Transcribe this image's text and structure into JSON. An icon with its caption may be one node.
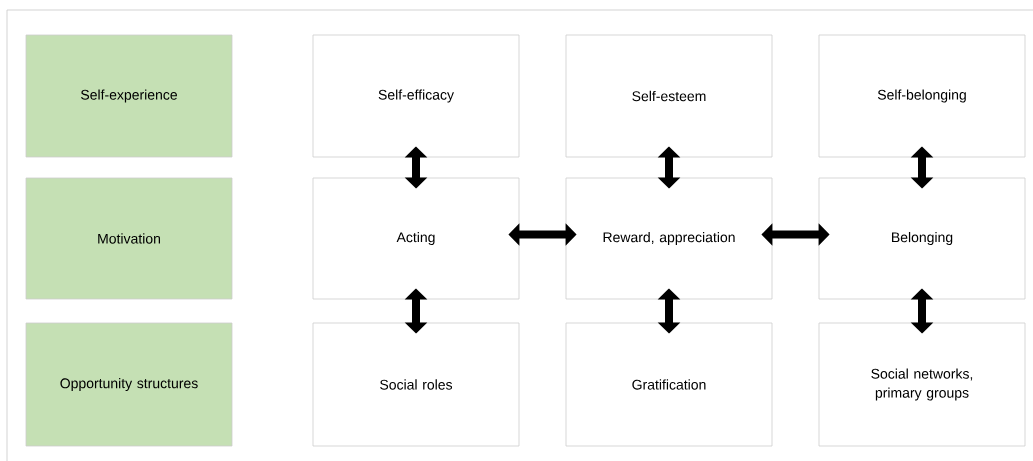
{
  "diagram": {
    "nodes": [
      {
        "text": [
          "Self-experience"
        ]
      },
      {
        "text": [
          "Self-efficacy"
        ]
      },
      {
        "text": [
          "Self-esteem"
        ]
      },
      {
        "text": [
          "Self-belonging"
        ]
      },
      {
        "text": [
          "Motivation"
        ]
      },
      {
        "text": [
          "Acting"
        ]
      },
      {
        "text": [
          "Reward, appreciation"
        ]
      },
      {
        "text": [
          "Belonging"
        ]
      },
      {
        "text": [
          "Opportunity structures"
        ]
      },
      {
        "text": [
          "Social roles"
        ]
      },
      {
        "text": [
          "Gratification"
        ]
      },
      {
        "text": [
          "Social networks, primary groups"
        ]
      }
    ],
    "edges": [
      {
        "from": 1,
        "to": 5,
        "arrow": "both"
      },
      {
        "from": 2,
        "to": 6,
        "arrow": "both"
      },
      {
        "from": 3,
        "to": 7,
        "arrow": "both"
      },
      {
        "from": 5,
        "to": 6,
        "arrow": "both"
      },
      {
        "from": 6,
        "to": 7,
        "arrow": "both"
      },
      {
        "from": 5,
        "to": 9,
        "arrow": "both"
      },
      {
        "from": 6,
        "to": 10,
        "arrow": "both"
      },
      {
        "from": 7,
        "to": 11,
        "arrow": "both"
      }
    ]
  }
}
